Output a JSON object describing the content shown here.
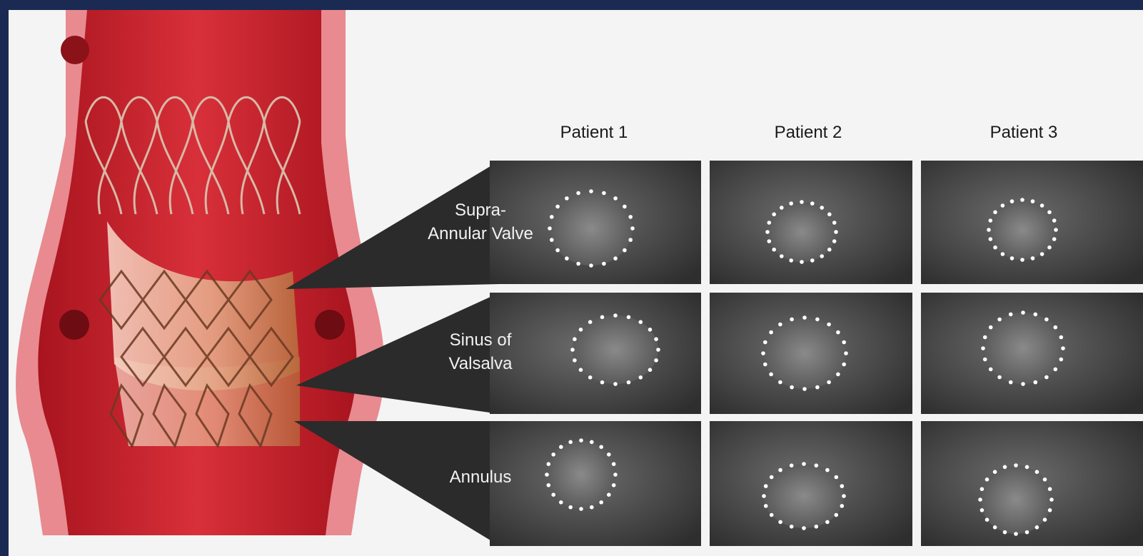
{
  "columns": [
    "Patient 1",
    "Patient 2",
    "Patient 3"
  ],
  "rows": [
    {
      "label_lines": [
        "Supra-",
        "Annular Valve"
      ]
    },
    {
      "label_lines": [
        "Sinus of",
        "Valsalva"
      ]
    },
    {
      "label_lines": [
        "Annulus"
      ]
    }
  ],
  "colors": {
    "background": "#1b2a52",
    "panel": "#f4f4f4",
    "vessel_outer": "#e88a90",
    "vessel_inner": "#c8212b",
    "callout": "#2b2b2b",
    "scan_bg": "#3a3a3a",
    "marker_dot": "#ffffff"
  }
}
